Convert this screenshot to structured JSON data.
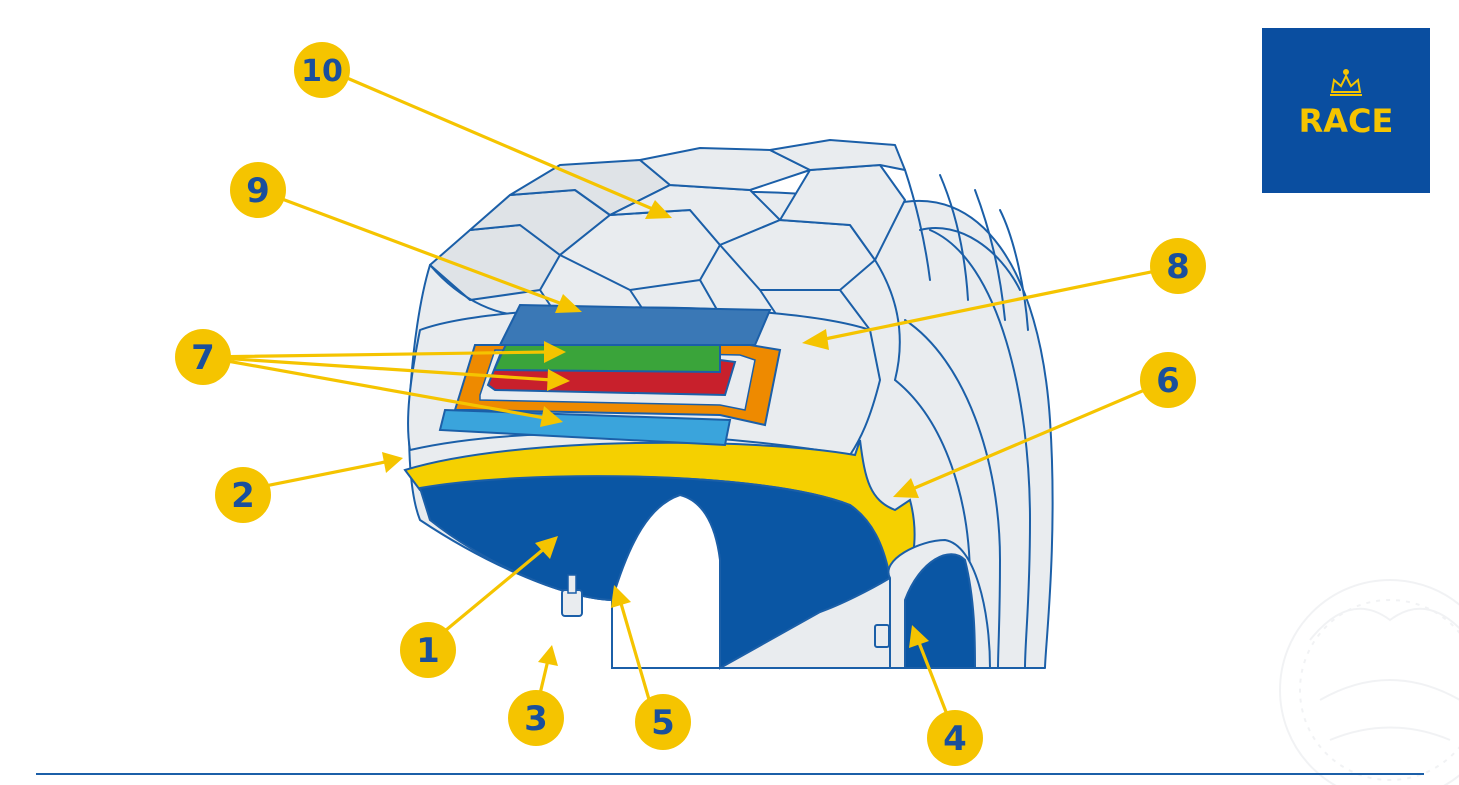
{
  "logo": {
    "text": "RACE",
    "bg_color": "#0a4ea0",
    "text_color": "#f5c400"
  },
  "labels": [
    {
      "id": "1",
      "text": "1"
    },
    {
      "id": "2",
      "text": "2"
    },
    {
      "id": "3",
      "text": "3"
    },
    {
      "id": "4",
      "text": "4"
    },
    {
      "id": "5",
      "text": "5"
    },
    {
      "id": "6",
      "text": "6"
    },
    {
      "id": "7",
      "text": "7"
    },
    {
      "id": "8",
      "text": "8"
    },
    {
      "id": "9",
      "text": "9"
    },
    {
      "id": "10",
      "text": "10"
    }
  ],
  "colors": {
    "badge": "#f5c400",
    "badge_text": "#1a4f9c",
    "inner_liner": "#0a56a4",
    "bead_filler": "#f5d000",
    "layer_top_blue": "#3a78b6",
    "layer_green": "#3aa43a",
    "layer_red": "#c8202c",
    "layer_orange": "#ee8a00",
    "layer_light_blue": "#3aa4dc",
    "bottom_rule": "#1b5fa8"
  }
}
